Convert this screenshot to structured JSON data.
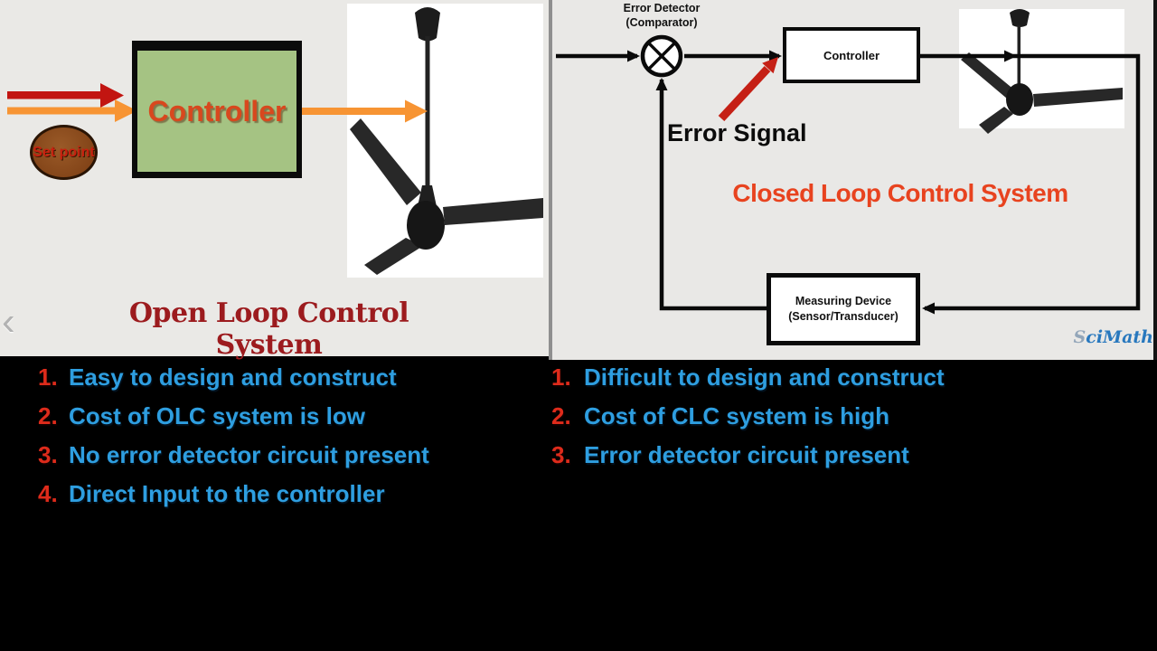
{
  "left_panel": {
    "title": "Open Loop Control System",
    "set_point": "Set point",
    "controller": "Controller",
    "nav_back": "‹"
  },
  "right_panel": {
    "title": "Closed Loop Control System",
    "error_detector": {
      "line1": "Error Detector",
      "line2": "(Comparator)"
    },
    "controller": "Controller",
    "error_signal": "Error Signal",
    "measuring_device": {
      "line1": "Measuring Device",
      "line2": "(Sensor/Transducer)"
    },
    "watermark": "SciMath"
  },
  "comparison": {
    "open_loop": [
      {
        "num": "1.",
        "text": "Easy to design and construct"
      },
      {
        "num": "2.",
        "text": "Cost of OLC system is low"
      },
      {
        "num": "3.",
        "text": "No error detector circuit present"
      },
      {
        "num": "4.",
        "text": "Direct Input to the controller"
      }
    ],
    "closed_loop": [
      {
        "num": "1.",
        "text": "Difficult to design and construct"
      },
      {
        "num": "2.",
        "text": "Cost of CLC system is high"
      },
      {
        "num": "3.",
        "text": "Error detector circuit present"
      }
    ]
  },
  "colors": {
    "panel_background": "#E9E8E6",
    "list_number_red": "#DE2B1B",
    "list_text_blue": "#2E9EE0",
    "open_loop_title": "#9C1B1E",
    "closed_loop_title": "#E8431F",
    "controller_box_fill": "#A5C383",
    "controller_text": "#D8481E",
    "red_arrow": "#C21511",
    "orange_arrow": "#F79433",
    "set_point_fill": "#8A4A1E",
    "diagram_line": "#0A0A0A",
    "watermark_blue": "#2878BE"
  }
}
